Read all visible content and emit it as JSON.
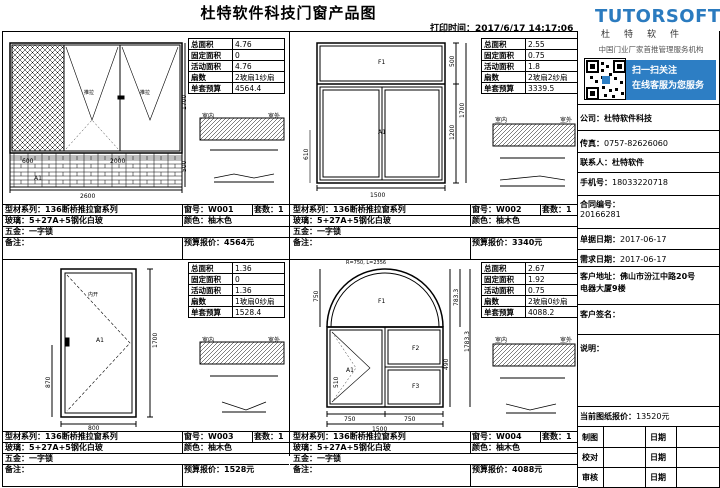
{
  "header": {
    "title": "杜特软件科技门窗产品图",
    "print_time_label": "打印时间：",
    "print_time": "2017/6/17 14:17:06"
  },
  "brand": {
    "logo_text": "TUTORSOFT",
    "logo_cn": "杜特软件",
    "tagline": "中国门业厂家首推管理服务机构",
    "scan_line1": "扫一扫关注",
    "scan_line2": "在线客服为您服务"
  },
  "windows": [
    {
      "stats": [
        [
          "总面积",
          "4.76"
        ],
        [
          "固定面积",
          "0"
        ],
        [
          "活动面积",
          "4.76"
        ],
        [
          "扇数",
          "2玻扇1纱扇"
        ],
        [
          "单套预算",
          "4564.4"
        ]
      ],
      "dims": [
        "2600",
        "600",
        "2000",
        "500",
        "1700",
        "500"
      ],
      "labels": [
        "A1",
        "推拉",
        "推拉"
      ],
      "series_label": "型材系列：",
      "series": "136断桥推拉窗系列",
      "code_label": "窗号：",
      "code": "W001",
      "sets_label": "套数：",
      "sets": "1",
      "glass_label": "玻璃：",
      "glass": "5+27A+5钢化白玻",
      "color_label": "颜色：",
      "color": "柚木色",
      "hw_label": "五金：",
      "hw": "一字锁",
      "note_label": "备注：",
      "price_label": "预算报价：",
      "price": "4564元"
    },
    {
      "stats": [
        [
          "总面积",
          "2.55"
        ],
        [
          "固定面积",
          "0.75"
        ],
        [
          "活动面积",
          "1.8"
        ],
        [
          "扇数",
          "2玻扇2纱扇"
        ],
        [
          "单套预算",
          "3339.5"
        ]
      ],
      "dims": [
        "1500",
        "500",
        "1200",
        "1700",
        "610"
      ],
      "labels": [
        "F1",
        "A1"
      ],
      "series_label": "型材系列：",
      "series": "136断桥推拉窗系列",
      "code_label": "窗号：",
      "code": "W002",
      "sets_label": "套数：",
      "sets": "1",
      "glass_label": "玻璃：",
      "glass": "5+27A+5钢化白玻",
      "color_label": "颜色：",
      "color": "柚木色",
      "hw_label": "五金：",
      "hw": "一字锁",
      "note_label": "备注：",
      "price_label": "预算报价：",
      "price": "3340元"
    },
    {
      "stats": [
        [
          "总面积",
          "1.36"
        ],
        [
          "固定面积",
          "0"
        ],
        [
          "活动面积",
          "1.36"
        ],
        [
          "扇数",
          "1玻扇0纱扇"
        ],
        [
          "单套预算",
          "1528.4"
        ]
      ],
      "dims": [
        "800",
        "1700",
        "870"
      ],
      "labels": [
        "A1",
        "内开"
      ],
      "series_label": "型材系列：",
      "series": "136断桥推拉窗系列",
      "code_label": "窗号：",
      "code": "W003",
      "sets_label": "套数：",
      "sets": "1",
      "glass_label": "玻璃：",
      "glass": "5+27A+5钢化白玻",
      "color_label": "颜色：",
      "color": "柚木色",
      "hw_label": "五金：",
      "hw": "一字锁",
      "note_label": "备注：",
      "price_label": "预算报价：",
      "price": "1528元"
    },
    {
      "stats": [
        [
          "总面积",
          "2.67"
        ],
        [
          "固定面积",
          "1.92"
        ],
        [
          "活动面积",
          "0.75"
        ],
        [
          "扇数",
          "2玻扇0纱扇"
        ],
        [
          "单套预算",
          "4088.2"
        ]
      ],
      "dims": [
        "1500",
        "750",
        "750",
        "750",
        "1783.3",
        "783.3",
        "490",
        "510"
      ],
      "labels": [
        "F1",
        "F2",
        "F3",
        "A1",
        "R=750, L=2356"
      ],
      "series_label": "型材系列：",
      "series": "136断桥推拉窗系列",
      "code_label": "窗号：",
      "code": "W004",
      "sets_label": "套数：",
      "sets": "1",
      "glass_label": "玻璃：",
      "glass": "5+27A+5钢化白玻",
      "color_label": "颜色：",
      "color": "柚木色",
      "hw_label": "五金：",
      "hw": "一字锁",
      "note_label": "备注：",
      "price_label": "预算报价：",
      "price": "4088元"
    }
  ],
  "right_panel": {
    "company_label": "公司：",
    "company": "杜特软件科技",
    "fax_label": "传真：",
    "fax": "0757-82626060",
    "contact_label": "联系人：",
    "contact": "杜特软件",
    "phone_label": "手机号：",
    "phone": "18033220718",
    "contract_label": "合同编号：",
    "contract": "20166281",
    "order_date_label": "单据日期：",
    "order_date": "2017-06-17",
    "need_date_label": "需求日期：",
    "need_date": "2017-06-17",
    "address_label": "客户地址：",
    "address_l1": "佛山市汾江中路20号",
    "address_l2": "电器大厦9楼",
    "signature_label": "客户签名：",
    "remark_label": "说明：",
    "total_label": "当前图纸报价：",
    "total": "13520元",
    "rows": [
      [
        "制图",
        "日期"
      ],
      [
        "校对",
        "日期"
      ],
      [
        "审核",
        "日期"
      ]
    ]
  },
  "drawing_texts": {
    "inside": "室内",
    "outside": "室外"
  }
}
